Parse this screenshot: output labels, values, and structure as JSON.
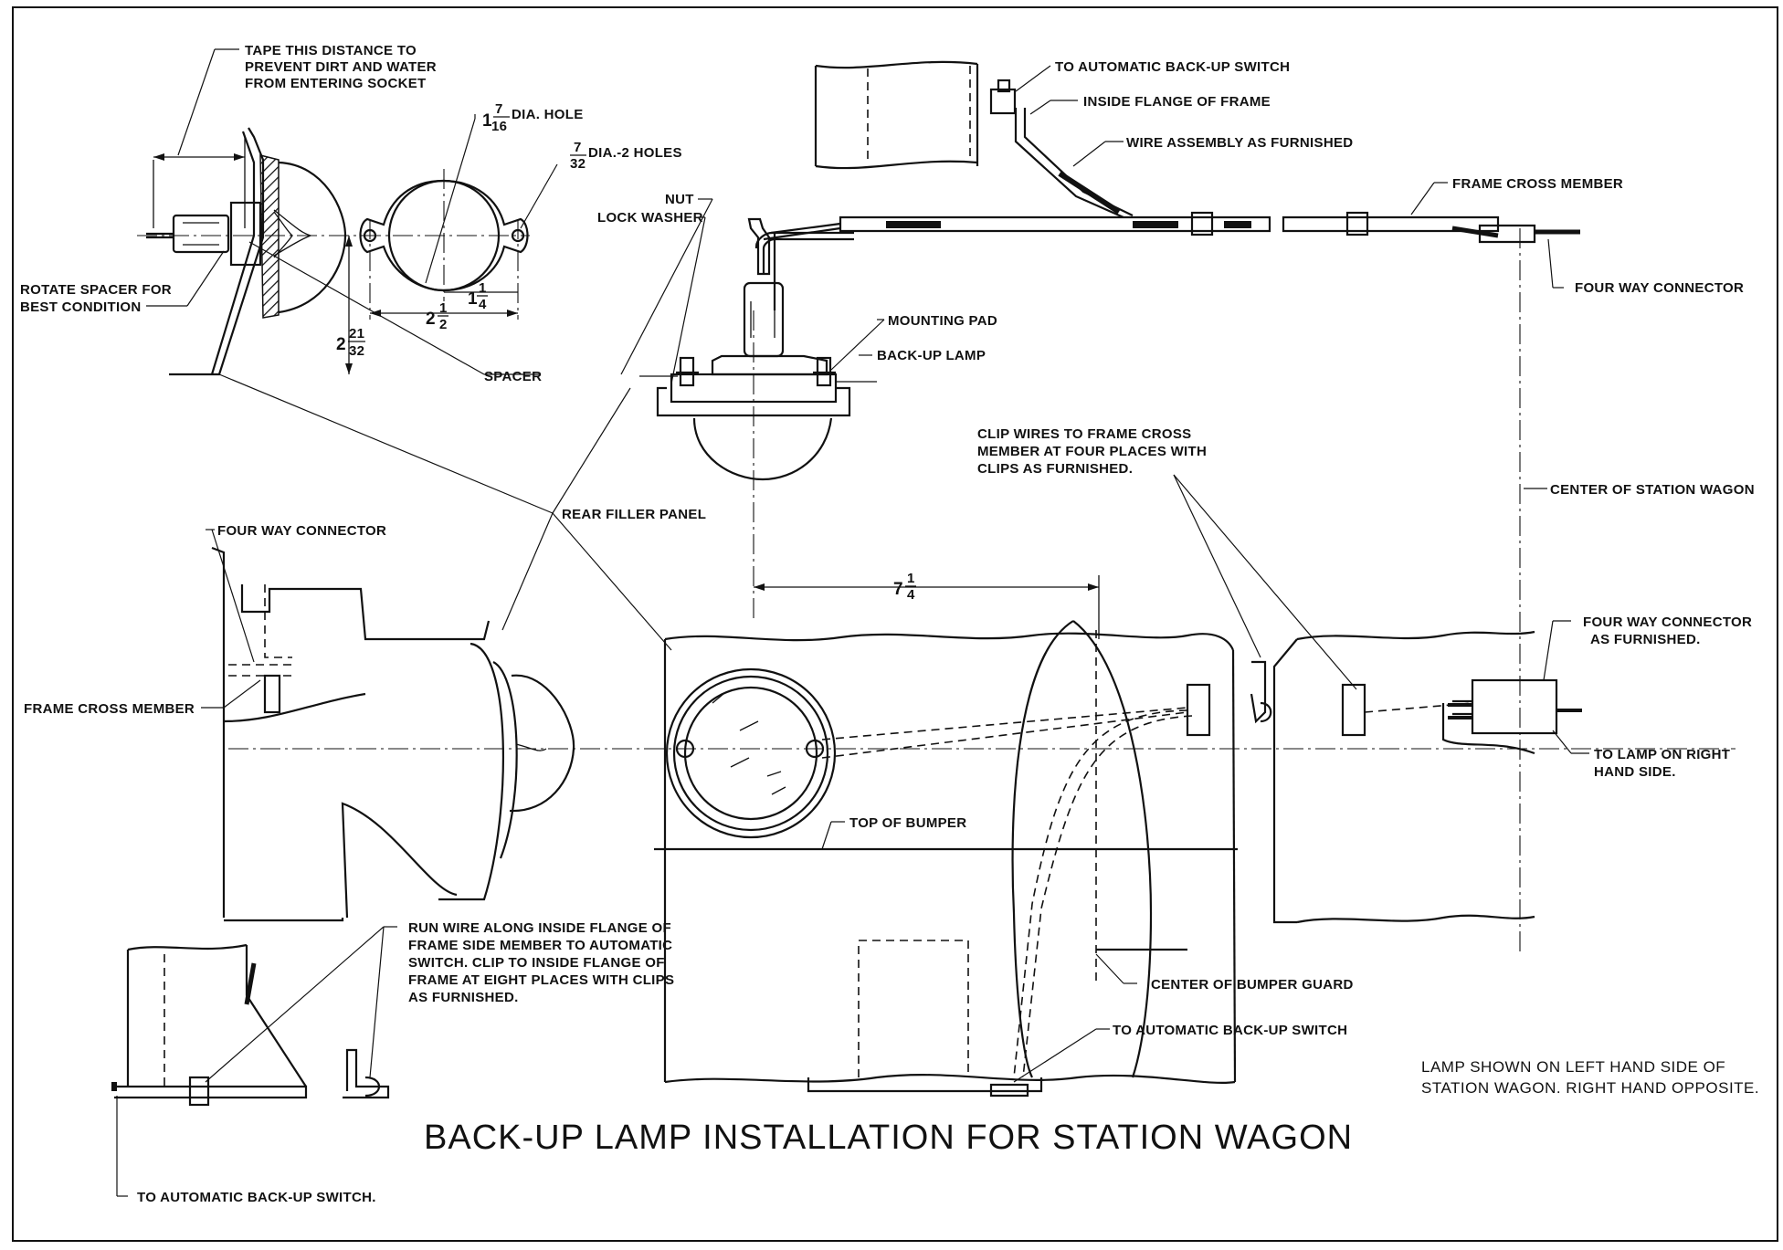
{
  "title": "BACK-UP LAMP INSTALLATION FOR STATION WAGON",
  "note": {
    "line1": "LAMP SHOWN ON LEFT HAND SIDE OF",
    "line2": "STATION WAGON. RIGHT HAND OPPOSITE."
  },
  "dimensions": {
    "hole_dia_whole": "1",
    "hole_dia_num": "7",
    "hole_dia_den": "16",
    "hole_dia_text": "DIA. HOLE",
    "small_hole_num": "7",
    "small_hole_den": "32",
    "small_hole_text": "DIA.-2 HOLES",
    "spacing_whole": "2",
    "spacing_num": "1",
    "spacing_den": "2",
    "offset_whole": "1",
    "offset_num": "1",
    "offset_den": "4",
    "height_whole": "2",
    "height_num": "21",
    "height_den": "32",
    "lateral_whole": "7",
    "lateral_num": "1",
    "lateral_den": "4"
  },
  "labels": {
    "tape_1": "TAPE THIS DISTANCE TO",
    "tape_2": "PREVENT DIRT AND WATER",
    "tape_3": "FROM ENTERING SOCKET",
    "rotate_1": "ROTATE SPACER FOR",
    "rotate_2": "BEST CONDITION",
    "spacer": "SPACER",
    "nut": "NUT",
    "lock_washer": "LOCK WASHER",
    "mounting_pad": "MOUNTING PAD",
    "backup_lamp": "BACK-UP LAMP",
    "to_auto_switch_top": "TO AUTOMATIC BACK-UP SWITCH",
    "inside_flange": "INSIDE FLANGE OF FRAME",
    "wire_assembly": "WIRE ASSEMBLY AS FURNISHED",
    "frame_cross_member_top": "FRAME CROSS MEMBER",
    "four_way_connector_top": "FOUR WAY CONNECTOR",
    "clip_1": "CLIP WIRES TO FRAME CROSS",
    "clip_2": "MEMBER AT FOUR PLACES WITH",
    "clip_3": "CLIPS AS FURNISHED.",
    "center_station_wagon": "CENTER OF STATION WAGON",
    "rear_filler_panel": "REAR FILLER PANEL",
    "four_way_connector_left": "FOUR WAY CONNECTOR",
    "frame_cross_member_left": "FRAME CROSS MEMBER",
    "four_way_furnished_1": "FOUR WAY CONNECTOR",
    "four_way_furnished_2": "AS FURNISHED.",
    "to_lamp_right_1": "TO LAMP ON RIGHT",
    "to_lamp_right_2": "HAND SIDE.",
    "top_of_bumper": "TOP OF BUMPER",
    "run_1": "RUN WIRE ALONG INSIDE FLANGE OF",
    "run_2": "FRAME SIDE MEMBER TO AUTOMATIC",
    "run_3": "SWITCH. CLIP TO INSIDE FLANGE OF",
    "run_4": "FRAME AT EIGHT PLACES WITH CLIPS",
    "run_5": "AS FURNISHED.",
    "center_bumper_guard": "CENTER OF BUMPER GUARD",
    "to_auto_switch_mid": "TO AUTOMATIC BACK-UP SWITCH",
    "to_auto_switch_bottom": "TO AUTOMATIC BACK-UP SWITCH."
  }
}
